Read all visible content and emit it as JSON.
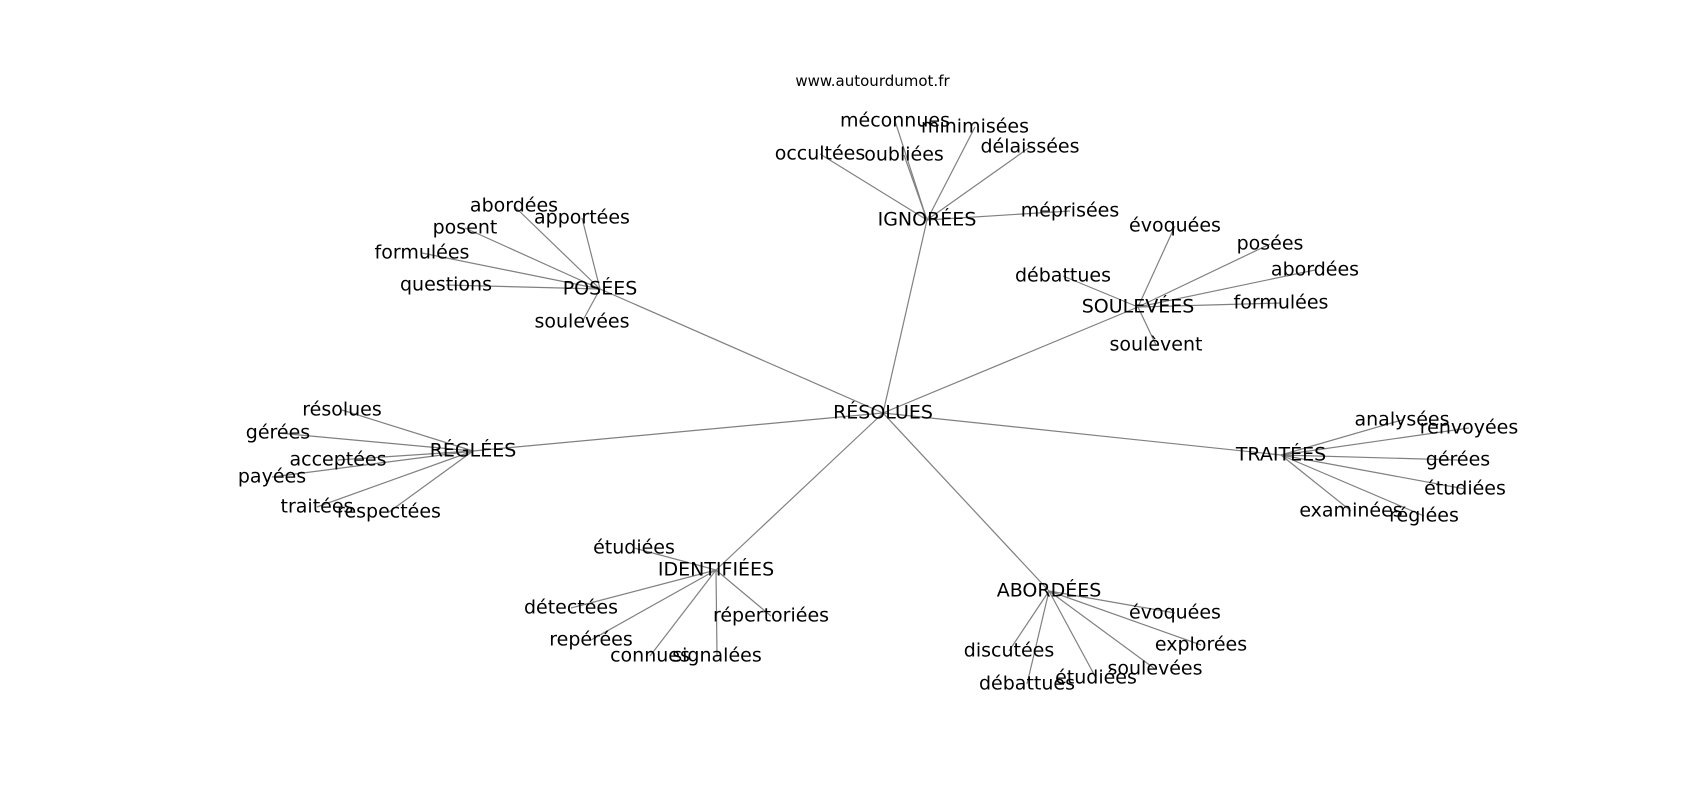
{
  "source": "www.autourdumot.fr",
  "center": "RÉSOLUES",
  "clusters": [
    {
      "label": "IGNORÉES",
      "words": [
        "méconnues",
        "minimisées",
        "délaissées",
        "occultées",
        "oubliées",
        "méprisées"
      ]
    },
    {
      "label": "POSÉES",
      "words": [
        "abordées",
        "apportées",
        "posent",
        "formulées",
        "questions",
        "soulevées"
      ]
    },
    {
      "label": "SOULEVÉES",
      "words": [
        "évoquées",
        "posées",
        "abordées",
        "débattues",
        "formulées",
        "soulèvent"
      ]
    },
    {
      "label": "RÉGLÉES",
      "words": [
        "résolues",
        "gérées",
        "acceptées",
        "payées",
        "traitées",
        "respectées"
      ]
    },
    {
      "label": "TRAITÉES",
      "words": [
        "analysées",
        "renvoyées",
        "gérées",
        "étudiées",
        "examinées",
        "réglées"
      ]
    },
    {
      "label": "IDENTIFIÉES",
      "words": [
        "étudiées",
        "détectées",
        "repérées",
        "connues",
        "signalées",
        "répertoriées"
      ]
    },
    {
      "label": "ABORDÉES",
      "words": [
        "évoquées",
        "explorées",
        "discutées",
        "débattues",
        "étudiées",
        "soulevées"
      ]
    }
  ]
}
